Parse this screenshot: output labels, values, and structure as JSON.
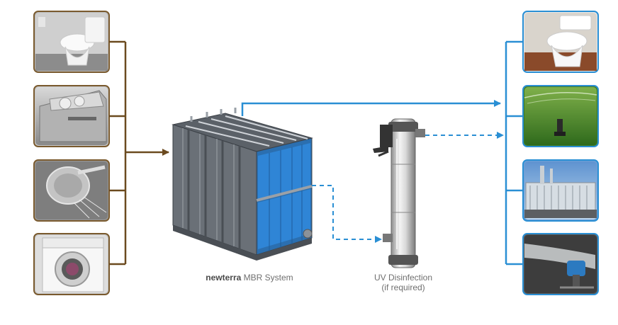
{
  "sources": [
    {
      "name": "toilet"
    },
    {
      "name": "dishwasher"
    },
    {
      "name": "shower"
    },
    {
      "name": "washing-machine"
    }
  ],
  "reuses": [
    {
      "name": "toilet"
    },
    {
      "name": "sprinkler-irrigation"
    },
    {
      "name": "cooling-tower"
    },
    {
      "name": "dust-suppression-cannon"
    }
  ],
  "mbr_label": {
    "brand": "newterra",
    "rest": "MBR System"
  },
  "uv_label": {
    "line1": "UV Disinfection",
    "line2": "(if required)"
  },
  "colors": {
    "source_frame": "#7a5a2e",
    "source_line": "#6b4a1f",
    "reuse_frame": "#2a8fd4",
    "reuse_line": "#2a8fd4"
  }
}
